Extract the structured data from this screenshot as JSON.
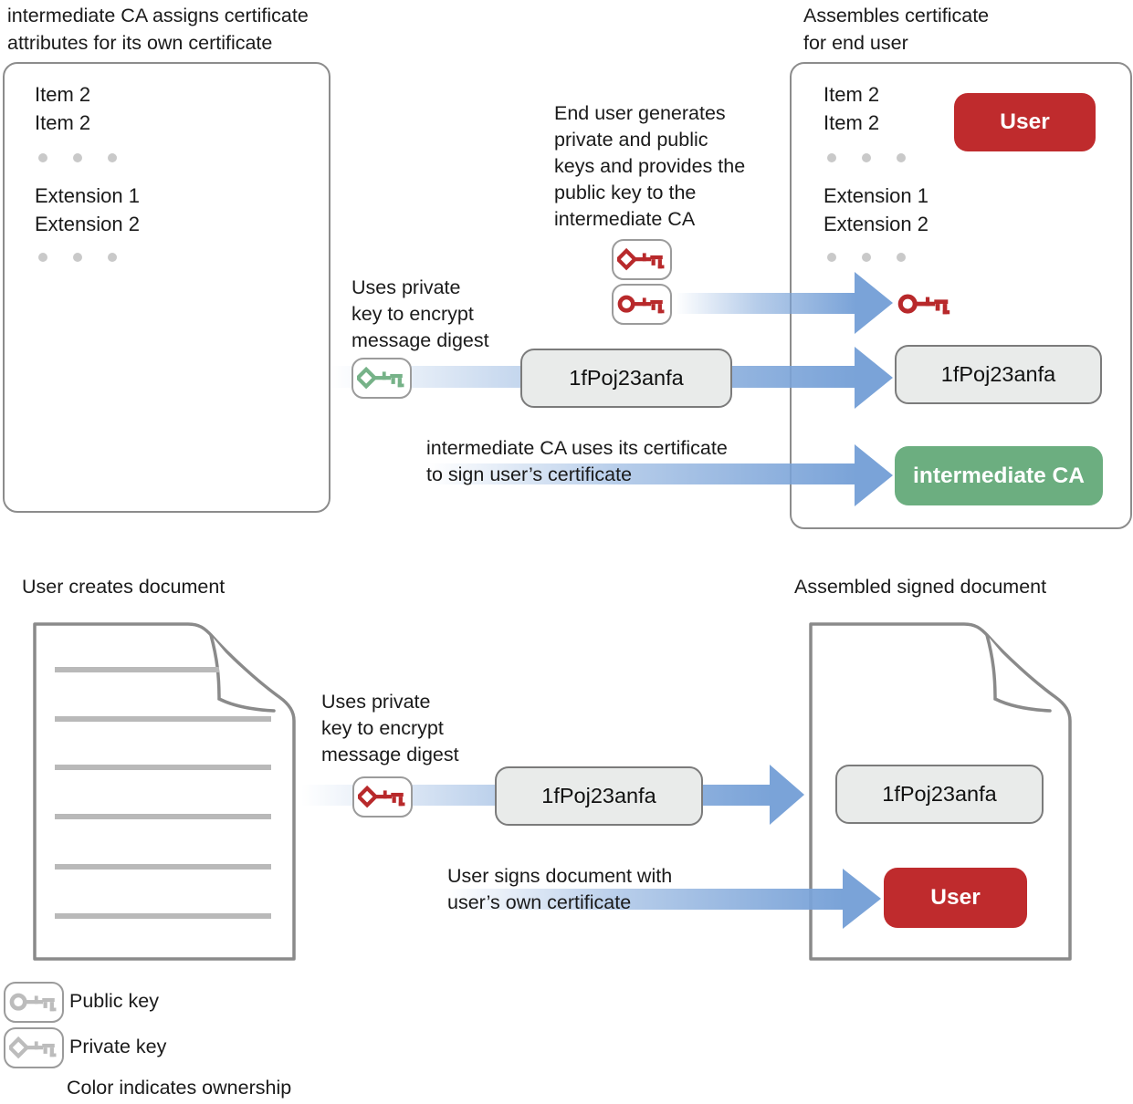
{
  "labels": {
    "top_left_title": "intermediate CA assigns certificate\nattributes for its own certificate",
    "top_right_title": "Assembles certificate\nfor end user",
    "end_user_note": "End user generates\nprivate and public\nkeys and provides the\npublic key to the\nintermediate CA",
    "uses_private_top": "Uses private\nkey to encrypt\nmessage digest",
    "sign_note": "intermediate CA uses its certificate\nto sign user’s certificate",
    "bottom_left_title": "User creates document",
    "bottom_right_title": "Assembled signed document",
    "uses_private_bottom": "Uses private\nkey to encrypt\nmessage digest",
    "user_signs_note": "User signs document with\nuser’s own certificate"
  },
  "certificate_template": {
    "items": [
      "Item 2",
      "Item 2"
    ],
    "extensions": [
      "Extension 1",
      "Extension 2"
    ]
  },
  "assembled_certificate": {
    "items": [
      "Item 2",
      "Item 2"
    ],
    "extensions": [
      "Extension 1",
      "Extension 2"
    ],
    "owner_badge": "User",
    "signer_badge": "intermediate CA"
  },
  "signature_hash": "1fPoj23anfa",
  "signed_document": {
    "owner_badge": "User"
  },
  "legend": {
    "public_key": "Public key",
    "private_key": "Private key",
    "note": "Color indicates ownership"
  },
  "icons": {
    "red_private_key": "private-key-icon (user red)",
    "red_public_key": "public-key-icon (user red)",
    "green_private_key": "private-key-icon (intermediate CA green)",
    "gray_public_key": "public-key-icon (legend gray)",
    "gray_private_key": "private-key-icon (legend gray)"
  },
  "colors": {
    "user_red": "#bf2b2d",
    "ca_green": "#6cae80",
    "arrow_blue": "#7aa3d8",
    "key_green": "#76b288",
    "key_red": "#b8292b",
    "key_gray": "#bcbcbc"
  }
}
